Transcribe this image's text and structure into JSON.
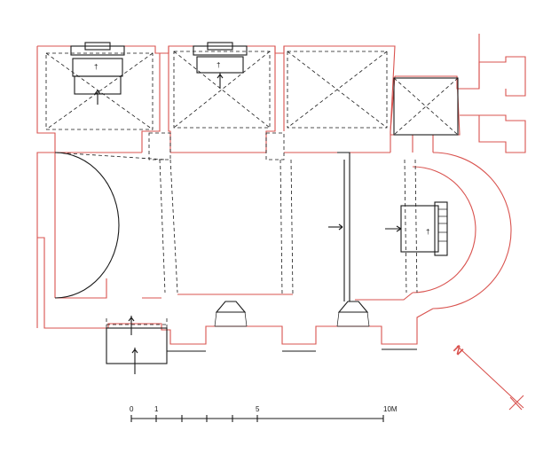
{
  "scale_bar": {
    "labels": [
      "0",
      "1",
      "5",
      "10M"
    ]
  },
  "north_arrow": {
    "label": "N"
  },
  "colors": {
    "existing_walls": "#d9534f",
    "reconstructed_walls": "#1a1a1a"
  }
}
